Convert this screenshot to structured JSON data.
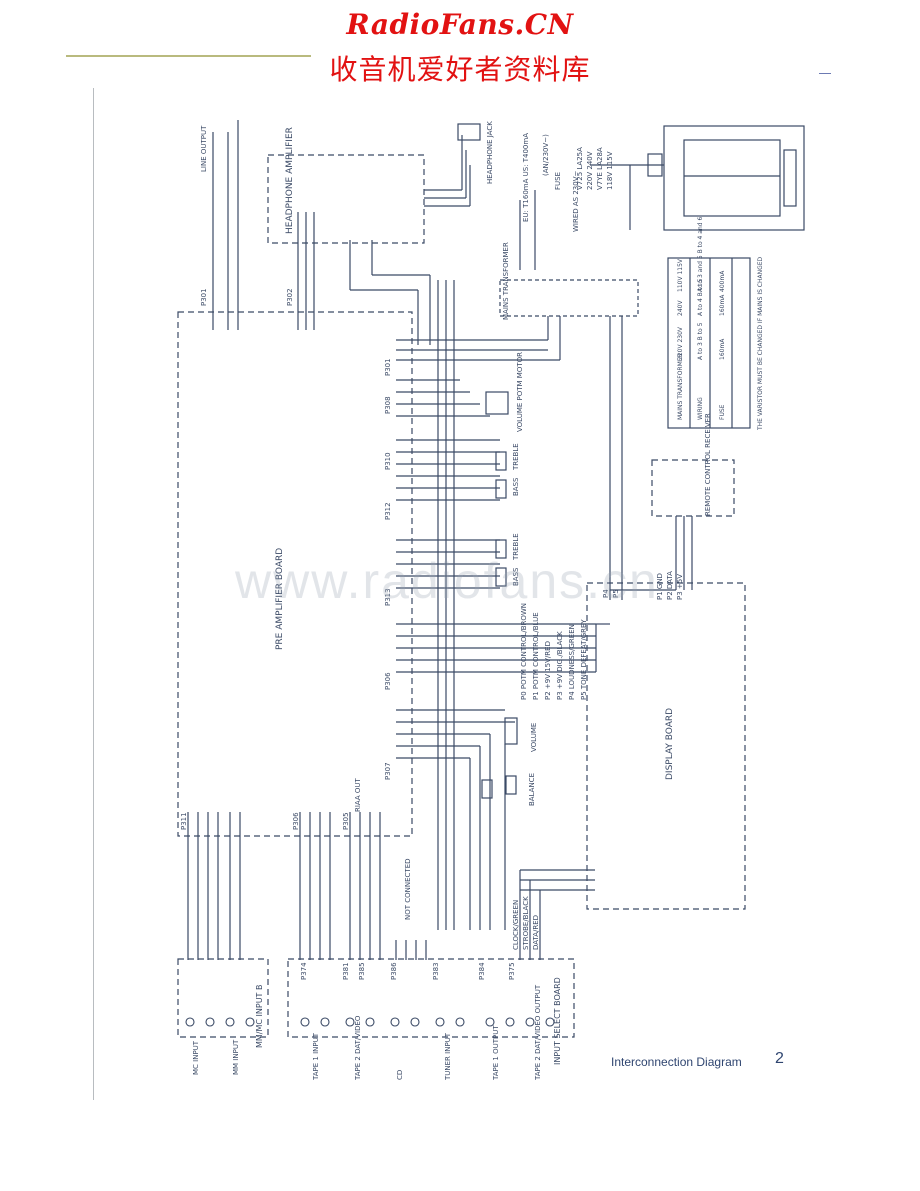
{
  "header": {
    "brand": "RadioFans.CN",
    "subtitle_cn": "收音机爱好者资料库"
  },
  "watermark": "www.radiofans.cn",
  "footer": {
    "title": "Interconnection Diagram",
    "page_number": "2"
  },
  "boards": {
    "pre_amplifier": "PRE AMPLIFIER BOARD",
    "headphone_amplifier": "HEADPHONE AMPLIFIER",
    "display": "DISPLAY BOARD",
    "input_select": "INPUT SELECT BOARD",
    "mm_mc_input": "MM/MC INPUT B",
    "remote_receiver": "REMOTE CONTROL RECEIVER"
  },
  "components": {
    "mains_transformer": "MAINS TRANSFORMER",
    "volume_motor": "VOLUME POTM MOTOR",
    "headphone_jack": "HEADPHONE JACK",
    "line_output": "LINE OUTPUT",
    "bass_1": "BASS",
    "treble_1": "TREBLE",
    "bass_2": "BASS",
    "treble_2": "TREBLE",
    "volume": "VOLUME",
    "balance": "BALANCE",
    "riaa_out": "RIAA OUT",
    "not_connected": "NOT CONNECTED",
    "wired_as": "WIRED AS 230V~",
    "fuse_rating": "EU: T160mA   US: T400mA",
    "mains_fuse": "FUSE",
    "mains_in": "(AN/230V~)"
  },
  "voltage_labels": [
    "V725 LA25A",
    "220V 240V",
    "V7YE LA28A",
    "118V 115V"
  ],
  "wire_labels": [
    "P5  TONE DEFEAT/GREY",
    "P4  LOUDNESS/GREEN",
    "P3  +9V DIG./BLACK",
    "P2  +9V  15V/RED",
    "P1  POTM CONTROL/BLUE",
    "P0  POTM CONTROL/BROWN"
  ],
  "display_connector_labels": [
    "P1 GND",
    "P2 DATA",
    "P3 +5V"
  ],
  "bus_labels": [
    "CLOCK/GREEN",
    "STROBE/BLACK",
    "DATA/RED"
  ],
  "connectors": {
    "pre_top": [
      "P301",
      "P302"
    ],
    "pre_side": [
      "P301",
      "P308",
      "P310",
      "P312",
      "P313",
      "P306",
      "P307"
    ],
    "pre_bottom": [
      "P311",
      "P306",
      "P305"
    ],
    "display": [
      "P4",
      "P5"
    ],
    "input_select": [
      "P374",
      "P381",
      "P385",
      "P386",
      "P383",
      "P384",
      "P375"
    ]
  },
  "input_jacks": {
    "mm_mc": [
      "MC INPUT",
      "MM INPUT"
    ],
    "line": [
      "TAPE 1 INPUT",
      "TAPE 2 DAT/VIDEO",
      "CD",
      "TUNER INPUT",
      "TAPE 1 OUTPUT",
      "TAPE 2 DAT/VIDEO OUTPUT"
    ]
  },
  "power_table": {
    "headers": [
      "MAINS TRANSFORMER",
      "WIRING",
      "FUSE"
    ],
    "rows": [
      [
        "220V  230V",
        "A to 3  B to 5",
        "160mA"
      ],
      [
        "240V",
        "A to 4  B to 5",
        "160mA"
      ],
      [
        "110V  115V",
        "A to 3 and 5  B to 4 and 6",
        "400mA"
      ]
    ],
    "note": "THE VARISTOR MUST BE CHANGED IF MAINS IS CHANGED"
  },
  "chart_data": {
    "type": "table",
    "title": "",
    "columns": [
      "MAINS TRANSFORMER",
      "WIRING",
      "FUSE"
    ],
    "rows": [
      [
        "220V  230V",
        "A to 3  B to 5",
        "160mA"
      ],
      [
        "240V",
        "A to 4  B to 5",
        "160mA"
      ],
      [
        "110V  115V",
        "A to 3 and 5  B to 4 and 6",
        "400mA"
      ]
    ]
  },
  "colors": {
    "header_red": "#e21212",
    "ink": "#3b4a66",
    "paper": "#ffffff"
  }
}
